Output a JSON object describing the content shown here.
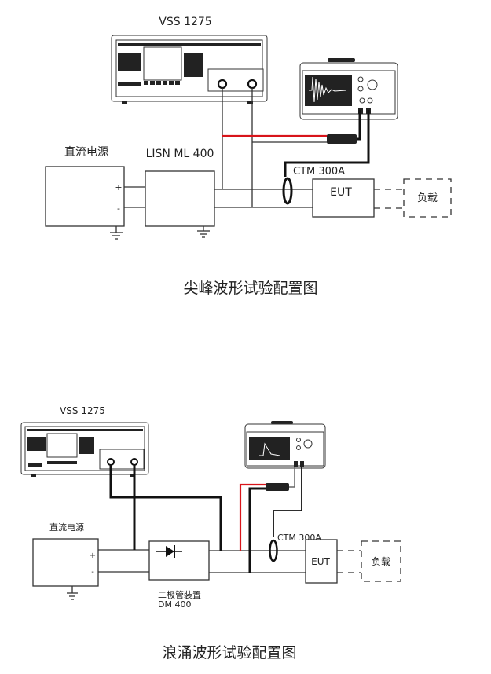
{
  "top_diagram": {
    "generator_label": "VSS 1275",
    "power_supply_label": "直流电源",
    "lisn_label": "LISN ML 400",
    "probe_label": "CTM 300A",
    "eut_label": "EUT",
    "load_label": "负载",
    "plus_sign": "+",
    "minus_sign": "-",
    "caption": "尖峰波形试验配置图",
    "scope_waveform": "damped-oscillation"
  },
  "bottom_diagram": {
    "generator_label": "VSS 1275",
    "power_supply_label": "直流电源",
    "diode_label": "二极管装置",
    "diode_model": "DM 400",
    "probe_label": "CTM 300A",
    "eut_label": "EUT",
    "load_label": "负载",
    "plus_sign": "+",
    "minus_sign": "-",
    "caption": "浪涌波形试验配置图",
    "scope_waveform": "surge-pulse"
  },
  "colors": {
    "wire": "#333333",
    "cable": "#111111",
    "probe_red": "#d8141a"
  }
}
